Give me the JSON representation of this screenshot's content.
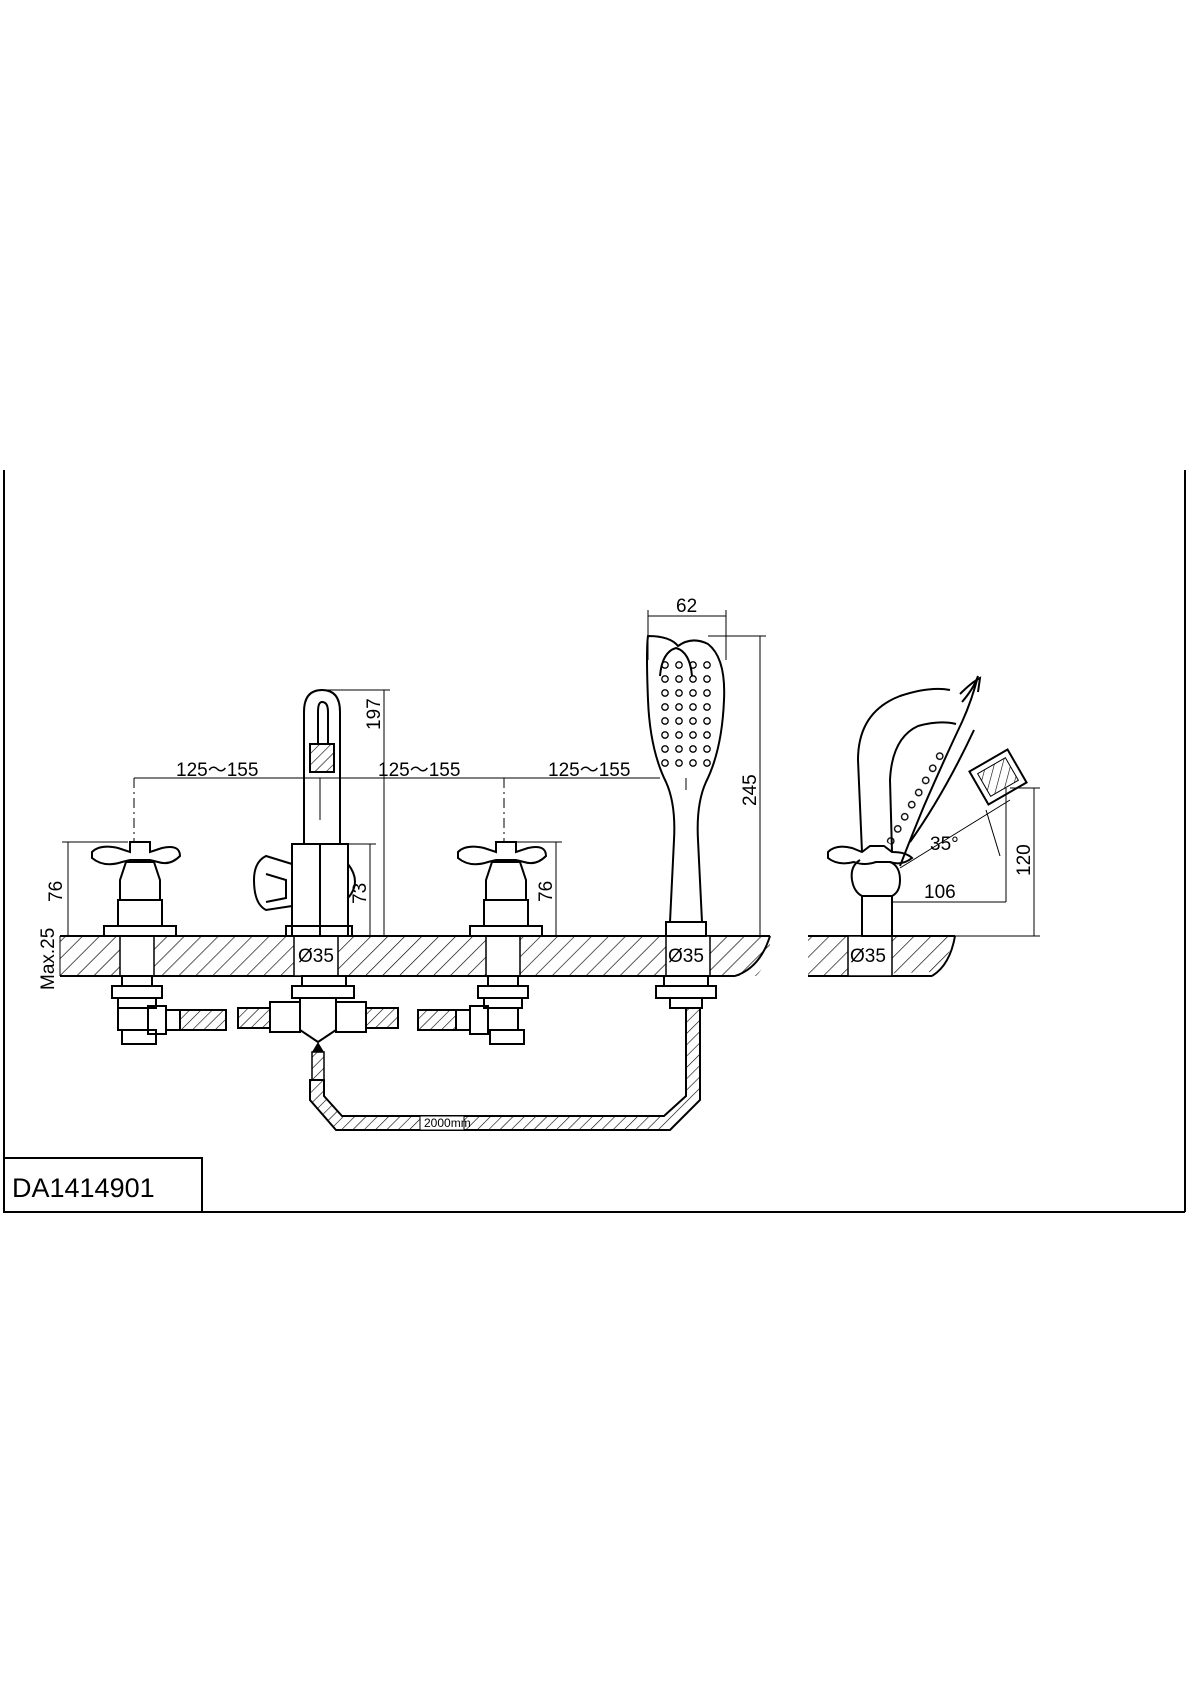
{
  "drawing": {
    "model_code": "DA1414901",
    "dimensions": {
      "spacing_left": "125～155",
      "spacing_mid": "125～155",
      "spacing_right": "125～155",
      "spout_height": "197",
      "spout_body_height": "73",
      "handle_height_left": "76",
      "handle_height_right": "76",
      "deck_thickness": "Max.25",
      "hole_dia_spout": "Ø35",
      "hole_dia_shower": "Ø35",
      "hole_dia_side": "Ø35",
      "shower_width": "62",
      "shower_length": "245",
      "holder_angle": "35°",
      "holder_reach": "106",
      "holder_height": "120",
      "hose_length": "2000mm"
    }
  }
}
